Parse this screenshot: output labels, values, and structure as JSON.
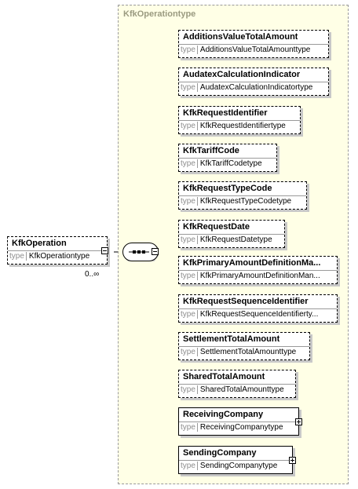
{
  "root": {
    "name": "KfkOperation",
    "type_keyword": "type",
    "type_value": "KfkOperationtype",
    "multiplicity": "0..∞"
  },
  "complex_type": {
    "title": "KfkOperationtype"
  },
  "compositor": {
    "kind": "sequence"
  },
  "children": [
    {
      "name": "AdditionsValueTotalAmount",
      "type": "AdditionsValueTotalAmounttype",
      "optional": true,
      "expandable": false
    },
    {
      "name": "AudatexCalculationIndicator",
      "type": "AudatexCalculationIndicatortype",
      "optional": true,
      "expandable": false
    },
    {
      "name": "KfkRequestIdentifier",
      "type": "KfkRequestIdentifiertype",
      "optional": true,
      "expandable": false
    },
    {
      "name": "KfkTariffCode",
      "type": "KfkTariffCodetype",
      "optional": true,
      "expandable": false
    },
    {
      "name": "KfkRequestTypeCode",
      "type": "KfkRequestTypeCodetype",
      "optional": true,
      "expandable": false
    },
    {
      "name": "KfkRequestDate",
      "type": "KfkRequestDatetype",
      "optional": true,
      "expandable": false
    },
    {
      "name": "KfkPrimaryAmountDefinitionMa...",
      "type": "KfkPrimaryAmountDefinitionMan...",
      "optional": true,
      "expandable": false
    },
    {
      "name": "KfkRequestSequenceIdentifier",
      "type": "KfkRequestSequenceIdentifierty...",
      "optional": true,
      "expandable": false
    },
    {
      "name": "SettlementTotalAmount",
      "type": "SettlementTotalAmounttype",
      "optional": true,
      "expandable": false
    },
    {
      "name": "SharedTotalAmount",
      "type": "SharedTotalAmounttype",
      "optional": true,
      "expandable": false
    },
    {
      "name": "ReceivingCompany",
      "type": "ReceivingCompanytype",
      "optional": false,
      "expandable": true
    },
    {
      "name": "SendingCompany",
      "type": "SendingCompanytype",
      "optional": false,
      "expandable": true
    }
  ],
  "type_keyword": "type"
}
